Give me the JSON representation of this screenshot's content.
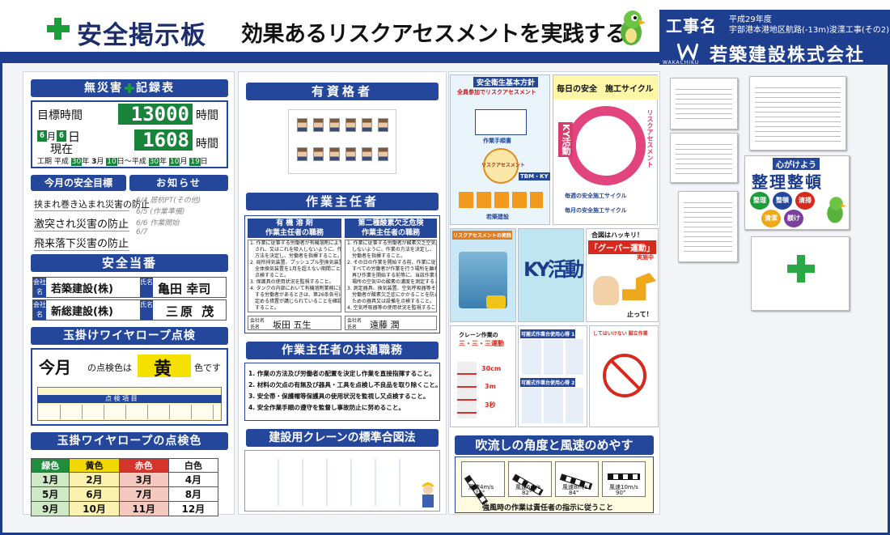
{
  "header": {
    "board_title": "安全掲示板",
    "slogan": "効果あるリスクアセスメントを実践する",
    "project_label": "工事名",
    "project_year": "平成29年度",
    "project_name": "宇部港本港地区航路(-13m)浚渫工事(その2)",
    "company_logo_text": "WAKACHIKU",
    "company_name": "若築建設株式会社"
  },
  "record": {
    "title": "無災害",
    "title_suffix": "記録表",
    "target_label": "目標時間",
    "target_value": "13000",
    "hours_unit": "時間",
    "date_month": "6",
    "month_label": "月",
    "date_day": "6",
    "day_label": "日",
    "current_label": "現在",
    "current_value": "1608",
    "period_label": "工期",
    "period_start_era": "平成",
    "period_start_year": "30",
    "period_start_month": "3",
    "period_start_day": "10",
    "period_year_label": "年",
    "period_month_label": "月",
    "period_day_label": "日",
    "period_sep": "〜",
    "period_end_era": "平成",
    "period_end_year": "30",
    "period_end_month": "10",
    "period_end_day": "19"
  },
  "goals": {
    "title": "今月の安全目標",
    "items": [
      "挟まれ巻き込まれ災害の防止",
      "激突され災害の防止",
      "飛来落下災害の防止"
    ]
  },
  "notices": {
    "title": "お知らせ",
    "items": [
      "6/4 居杭PT(その他)",
      "6/5 (作業準備)",
      "6/6 作業開始",
      "6/7"
    ]
  },
  "duty": {
    "title": "安全当番",
    "company_label": "会社名",
    "name_label": "氏名",
    "rows": [
      {
        "company": "若築建設(株)",
        "name": "亀田 幸司"
      },
      {
        "company": "新総建設(株)",
        "name": "三原 茂"
      }
    ]
  },
  "wire_check": {
    "title": "玉掛けワイヤロープ点検",
    "month_text": "今月",
    "mid_text": "の点検色は",
    "color_name": "黄",
    "end_text": "色です",
    "sheet_header": "点 検 項 目",
    "highlight": "#f5e100"
  },
  "wire_colors": {
    "title": "玉掛ワイヤロープの点検色",
    "headers": [
      "緑色",
      "黄色",
      "赤色",
      "白色"
    ],
    "rows": [
      [
        "1月",
        "2月",
        "3月",
        "4月"
      ],
      [
        "5月",
        "6月",
        "7月",
        "8月"
      ],
      [
        "9月",
        "10月",
        "11月",
        "12月"
      ]
    ],
    "header_colors": [
      "#1c8e3c",
      "#f0d800",
      "#d6332b",
      "#ffffff"
    ],
    "cell_colors": [
      "#cfe9c6",
      "#fbf2b0",
      "#f6c9c0",
      "#ffffff"
    ]
  },
  "qualified": {
    "title": "有資格者"
  },
  "chief": {
    "title": "作業主任者",
    "left_title_1": "有 機 溶 剤",
    "left_title_2": "作業主任者の職務",
    "right_title_1": "第二種酸素欠乏危険",
    "right_title_2": "作業主任者の職務",
    "left_duties": [
      "1. 作業に従事する労働者が有機溶剤により汚染",
      "　され、又はこれを吸入しないように、作業の",
      "　方法を決定し、労働者を指揮すること。",
      "2. 局所排気装置、プッシュプル型換気装置又は",
      "　全体換気装置を1月を超えない期間ごとに",
      "　点検すること。",
      "3. 保護具の使用状況を監視すること。",
      "4. タンクの内部において有機溶剤業務に従事",
      "　する労働者があるときは、第26条各号に",
      "　定める措置が講じられていることを確認",
      "　すること。"
    ],
    "right_duties": [
      "1. 作業に従事する労働者が酸素欠乏空気を吸入",
      "　しないように、作業の方法を決定し、",
      "　労働者を指揮すること。",
      "2. その日の作業を開始する前、作業に従事する",
      "　すべての労働者が作業を行う場所を離れた後",
      "　再び作業を開始する前等に、当該作業を行う",
      "　場所の空気中の酸素の濃度を測定すること。",
      "3. 測定器具、換気装置、空気呼吸器等その他",
      "　労働者が酸素欠乏症にかかることを防止する",
      "　ための器具又は設備を点検すること。",
      "4. 空気呼吸器等の使用状況を監視すること。"
    ],
    "company_label": "会社名",
    "name_label": "氏名",
    "left_name": "坂田 五生",
    "right_name": "遠藤 潤"
  },
  "common": {
    "title": "作業主任者の共通職務",
    "items": [
      "1. 作業の方法及び労働者の配置を決定し作業を直接指揮すること。",
      "2. 材料の欠点の有無及び器具・工具を点検し不良品を取り除くこと。",
      "3. 安全帯・保護帽等保護具の使用状況を監視し又点検すること。",
      "4. 安全作業手順の遵守を監督し事故防止に努めること。"
    ]
  },
  "crane": {
    "title": "建設用クレーンの標準合図法"
  },
  "wind": {
    "title": "吹流しの角度と風速のめやす",
    "items": [
      {
        "label": "風速4m/s",
        "angle": "75°"
      },
      {
        "label": "風速6m/s",
        "angle": "82°"
      },
      {
        "label": "風速8m/s",
        "angle": "84°"
      },
      {
        "label": "風速10m/s",
        "angle": "90°"
      }
    ],
    "note": "強風時の作業は責任者の指示に従うこと"
  },
  "posters": {
    "policy_title": "安全衛生基本方針",
    "policy_sub": "全員参加でリスクアセスメント",
    "policy_box1": "作業手順書",
    "policy_center": "リスクアセスメント",
    "policy_tbm": "TBM・KY",
    "policy_footer": "若築建設",
    "cycle_title": "毎日の安全",
    "cycle_title2": "施工サイクル",
    "cycle_left": "KY活動",
    "cycle_right": "リスクアセスメント",
    "cycle_week": "毎週の安全施工サイクル",
    "cycle_month": "毎月の安全施工サイクル",
    "risk_title": "リスクアセスメントの実践",
    "ky_text": "KY活動",
    "goopar_sub": "合図はハッキリ！",
    "goopar_title": "「グーパー運動」",
    "goopar_tag": "実施中",
    "goopar_stop": "止って！",
    "crane333_title": "クレーン作業の",
    "crane333_title2": "三・三・三運動",
    "crane333_val1": "30cm",
    "crane333_val2": "3m",
    "crane333_val3": "3秒",
    "worktable1": "可搬式作業台使用心得 1",
    "worktable2": "可搬式作業台使用心得 2",
    "forbidden": "してはいけない 脚立作業",
    "kokorogake": "心がけよう",
    "seiri": "整理整頓",
    "seiri_chars": [
      "整理",
      "整頓",
      "清掃",
      "清潔",
      "躾け"
    ]
  }
}
